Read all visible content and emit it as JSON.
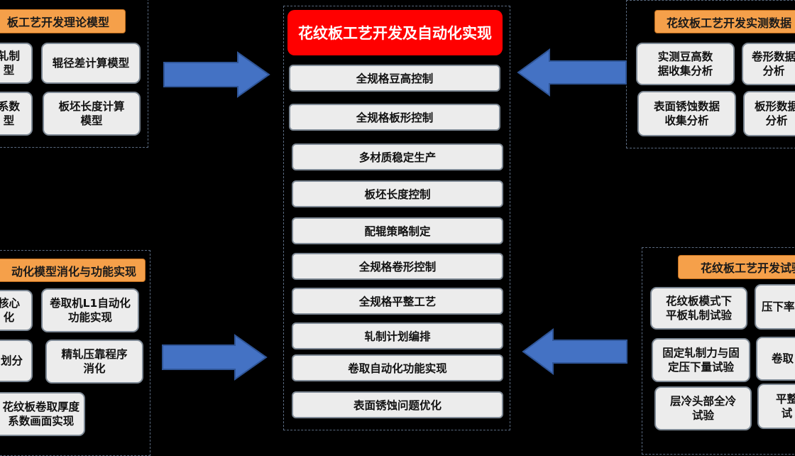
{
  "center": {
    "title": "花纹板工艺开发及自动化实现",
    "items": [
      "全规格豆高控制",
      "全规格板形控制",
      "多材质稳定生产",
      "板坯长度控制",
      "配辊策略制定",
      "全规格卷形控制",
      "全规格平整工艺",
      "轧制计划编排",
      "卷取自动化功能实现",
      "表面锈蚀问题优化"
    ]
  },
  "top_left": {
    "header": "板工艺开发理论模型",
    "boxes": [
      "轧制\n型",
      "辊径差计算模型",
      "系数\n型",
      "板坯长度计算\n模型"
    ]
  },
  "top_right": {
    "header": "花纹板工艺开发实测数据",
    "boxes": [
      "实测豆高数\n据收集分析",
      "卷形数据\n分析",
      "表面锈蚀数据\n收集分析",
      "板形数据\n分析"
    ]
  },
  "bottom_left": {
    "header": "动化模型消化与功能实现",
    "boxes": [
      "核心\n化",
      "卷取机L1自动化\n功能实现",
      "划分",
      "精轧压靠程序\n消化",
      "花纹板卷取厚度\n系数画面实现"
    ]
  },
  "bottom_right": {
    "header": "花纹板工艺开发试验",
    "boxes": [
      "花纹板模式下\n平板轧制试验",
      "压下率",
      "固定轧制力与固\n定压下量试验",
      "卷取",
      "层冷头部全冷\n试验",
      "平整\n试"
    ]
  },
  "colors": {
    "title_red": "#ff0000",
    "header_orange": "#f5a04a",
    "arrow_blue": "#4472c4",
    "box_gray": "#ececec"
  }
}
